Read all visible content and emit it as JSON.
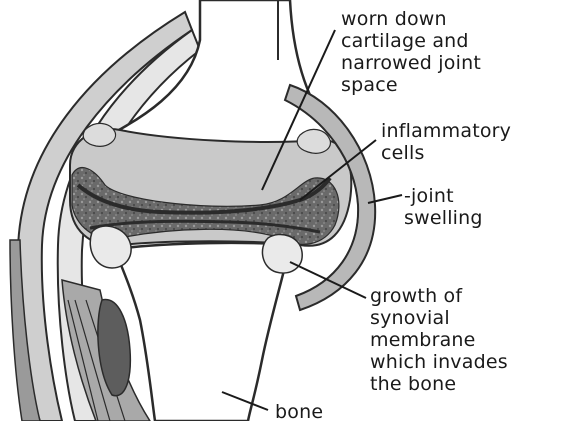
{
  "labels": {
    "cartilage": [
      "worn down",
      "cartilage and",
      "narrowed joint",
      "space"
    ],
    "inflammatory": [
      "inflammatory",
      "cells"
    ],
    "swelling": [
      "-joint",
      "swelling"
    ],
    "growth": [
      "growth of",
      "synovial",
      "membrane",
      "which invades",
      "the bone"
    ],
    "bone": "bone"
  },
  "colors": {
    "outline": "#2b2b2b",
    "bone_fill": "#ffffff",
    "cavity_fill": "#c9c9c9",
    "inflamed_tissue": "#6e6e6e",
    "capsule": "#b5b5b5",
    "capsule_light": "#d8d8d8",
    "muscle": "#8a8a8a",
    "muscle_dark": "#5d5d5d",
    "synovial_growth": "#e8e8e8"
  }
}
